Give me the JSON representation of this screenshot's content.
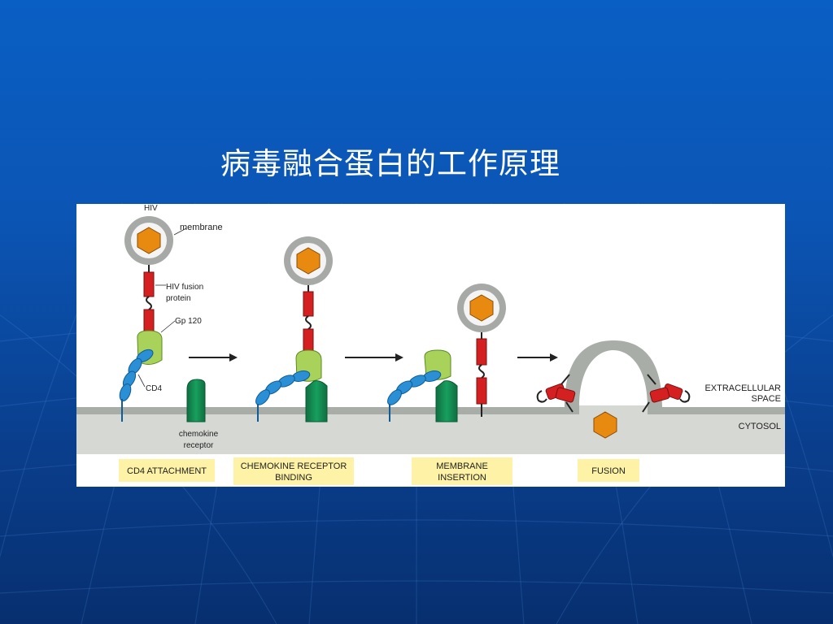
{
  "slide": {
    "title": "病毒融合蛋白的工作原理",
    "colors": {
      "background_top": "#0a5fc4",
      "background_bottom": "#072f6f",
      "membrane": "#a8ada8",
      "cytosol": "#d6d8d4",
      "hiv_envelope": "#a6a9a6",
      "hiv_core": "#e88a10",
      "fusion_protein": "#d42020",
      "gp120": "#a9d25a",
      "cd4": "#2a8fd4",
      "chemokine_receptor": "#13834e",
      "stage_label_bg": "#fdf2a6"
    }
  },
  "diagram": {
    "labels": {
      "hiv": "HIV",
      "membrane": "membrane",
      "hiv_fusion_protein": [
        "HIV fusion",
        "protein"
      ],
      "gp120": "Gp 120",
      "cd4": "CD4",
      "chemokine_receptor": [
        "chemokine",
        "receptor"
      ],
      "extracellular_space": [
        "EXTRACELLULAR",
        "SPACE"
      ],
      "cytosol": "CYTOSOL"
    },
    "stages": [
      {
        "label": [
          "CD4 ATTACHMENT"
        ]
      },
      {
        "label": [
          "CHEMOKINE RECEPTOR",
          "BINDING"
        ]
      },
      {
        "label": [
          "MEMBRANE",
          "INSERTION"
        ]
      },
      {
        "label": [
          "FUSION"
        ]
      }
    ]
  }
}
